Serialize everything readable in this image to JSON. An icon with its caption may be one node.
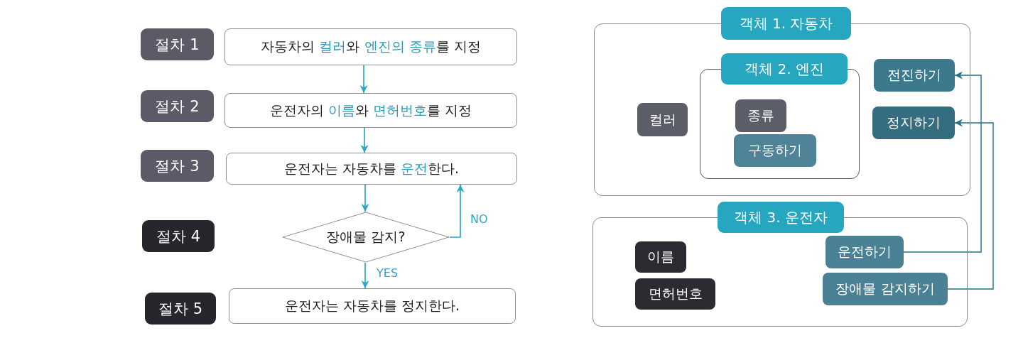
{
  "diagram": {
    "nodes": [
      {
        "text": [
          "절차 1"
        ]
      },
      {
        "text": [
          "자동차의 **컬러**와 **엔진의 종류**를 지정"
        ]
      },
      {
        "text": [
          "절차 2"
        ]
      },
      {
        "text": [
          "운전자의 **이름**와 **면허번호**를 지정"
        ]
      },
      {
        "text": [
          "절차 3"
        ]
      },
      {
        "text": [
          "운전자는 자동차를 **운전**한다."
        ]
      },
      {
        "text": [
          "절차 4"
        ]
      },
      {
        "text": [
          "장애물 감지?"
        ]
      },
      {
        "text": [
          "절차 5"
        ]
      },
      {
        "text": [
          "운전자는 자동차를 정지한다."
        ]
      },
      {
        "text": [
          "객체 1. 자동차"
        ]
      },
      {
        "text": [
          "컬러"
        ],
        "in": 10
      },
      {
        "text": [
          "객체 2. 엔진"
        ],
        "in": 10
      },
      {
        "text": [
          "종류"
        ],
        "in": 12
      },
      {
        "text": [
          "구동하기"
        ],
        "in": 12
      },
      {
        "text": [
          "전진하기"
        ],
        "in": 10
      },
      {
        "text": [
          "정지하기"
        ],
        "in": 10
      },
      {
        "text": [
          "객체 3. 운전자"
        ]
      },
      {
        "text": [
          "이름"
        ],
        "in": 17
      },
      {
        "text": [
          "면허번호"
        ],
        "in": 17
      },
      {
        "text": [
          "운전하기"
        ],
        "in": 17
      },
      {
        "text": [
          "장애물 감지하기"
        ],
        "in": 17
      }
    ],
    "edges": [
      {
        "from": 1,
        "to": 3,
        "arrow": "to"
      },
      {
        "from": 3,
        "to": 5,
        "arrow": "to"
      },
      {
        "from": 5,
        "to": 7,
        "arrow": "to"
      },
      {
        "from": 7,
        "to": 9,
        "arrow": "to",
        "label": "YES"
      },
      {
        "from": 7,
        "to": 5,
        "arrow": "to",
        "label": "NO"
      },
      {
        "from": 20,
        "to": 15,
        "arrow": "to",
        "color": "#1f7386"
      },
      {
        "from": 21,
        "to": 16,
        "arrow": "to",
        "color": "#1f7386"
      }
    ]
  }
}
